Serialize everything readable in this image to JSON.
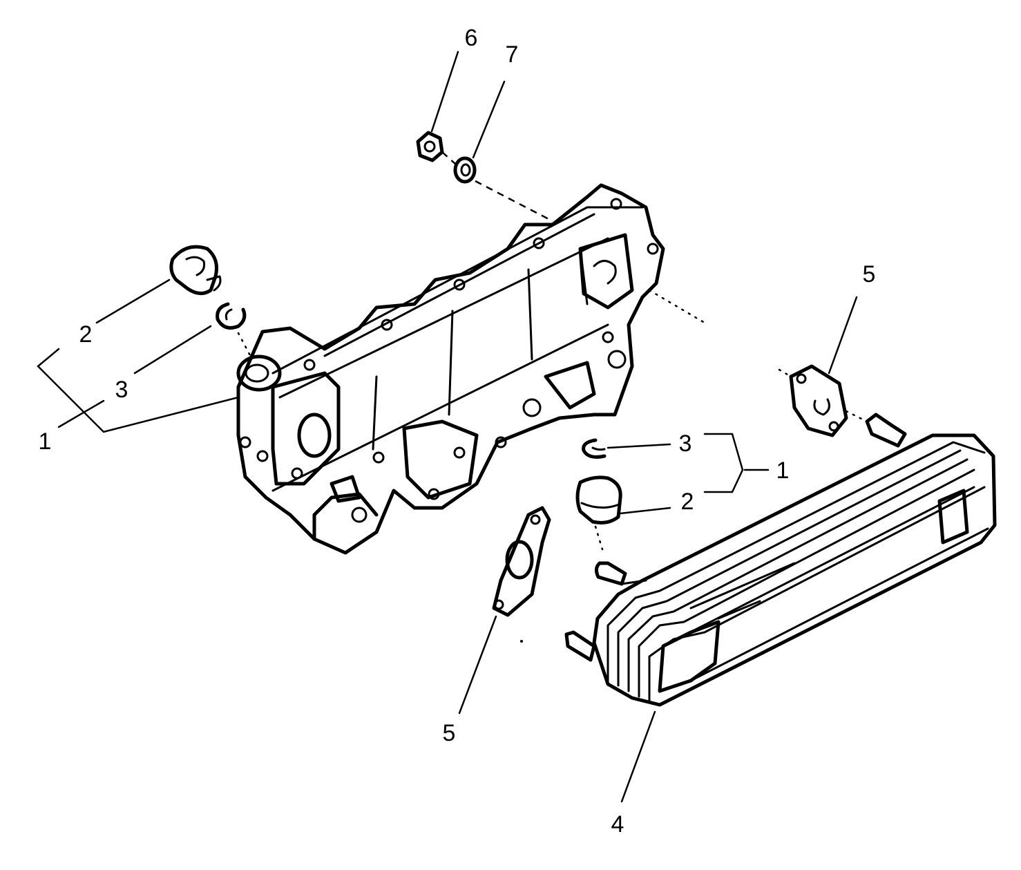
{
  "callouts": {
    "six": "6",
    "seven": "7",
    "two_left": "2",
    "three_left": "3",
    "one_left": "1",
    "five_right": "5",
    "three_right": "3",
    "one_right": "1",
    "two_right": "2",
    "five_bottom": "5",
    "four": "4"
  },
  "colors": {
    "line": "#000000",
    "background": "#ffffff"
  }
}
